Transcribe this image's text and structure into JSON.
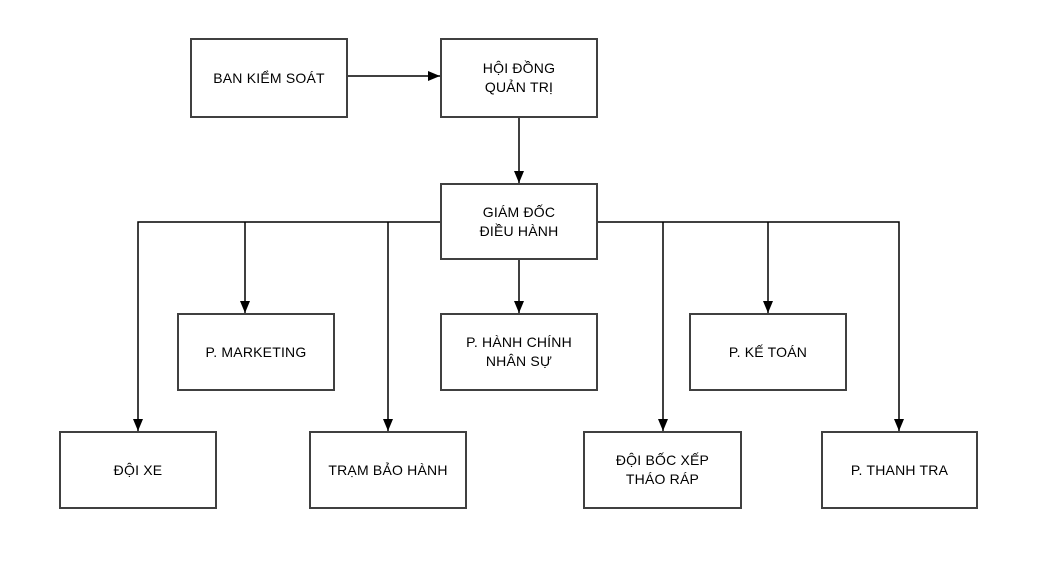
{
  "diagram": {
    "type": "org-chart",
    "nodes": {
      "ban_kiem_soat": {
        "label": "BAN KIỂM SOÁT"
      },
      "hoi_dong_quan_tri": {
        "label": "HỘI ĐỒNG\nQUẢN TRỊ"
      },
      "giam_doc_dieu_hanh": {
        "label": "GIÁM ĐỐC\nĐIỀU HÀNH"
      },
      "p_marketing": {
        "label": "P. MARKETING"
      },
      "p_hanh_chinh_nhan_su": {
        "label": "P. HÀNH CHÍNH\nNHÂN SỰ"
      },
      "p_ke_toan": {
        "label": "P. KẾ TOÁN"
      },
      "doi_xe": {
        "label": "ĐỘI XE"
      },
      "tram_bao_hanh": {
        "label": "TRẠM BẢO HÀNH"
      },
      "doi_boc_xep_thao_rap": {
        "label": "ĐỘI BỐC XẾP\nTHÁO RÁP"
      },
      "p_thanh_tra": {
        "label": "P. THANH TRA"
      }
    },
    "edges": [
      {
        "from": "ban_kiem_soat",
        "to": "hoi_dong_quan_tri"
      },
      {
        "from": "hoi_dong_quan_tri",
        "to": "giam_doc_dieu_hanh"
      },
      {
        "from": "giam_doc_dieu_hanh",
        "to": "doi_xe"
      },
      {
        "from": "giam_doc_dieu_hanh",
        "to": "p_marketing"
      },
      {
        "from": "giam_doc_dieu_hanh",
        "to": "tram_bao_hanh"
      },
      {
        "from": "giam_doc_dieu_hanh",
        "to": "p_hanh_chinh_nhan_su"
      },
      {
        "from": "giam_doc_dieu_hanh",
        "to": "doi_boc_xep_thao_rap"
      },
      {
        "from": "giam_doc_dieu_hanh",
        "to": "p_ke_toan"
      },
      {
        "from": "giam_doc_dieu_hanh",
        "to": "p_thanh_tra"
      }
    ],
    "colors": {
      "background": "#ffffff",
      "box_fill": "#ffffff",
      "box_border": "#404040",
      "line": "#000000",
      "text": "#000000"
    }
  }
}
